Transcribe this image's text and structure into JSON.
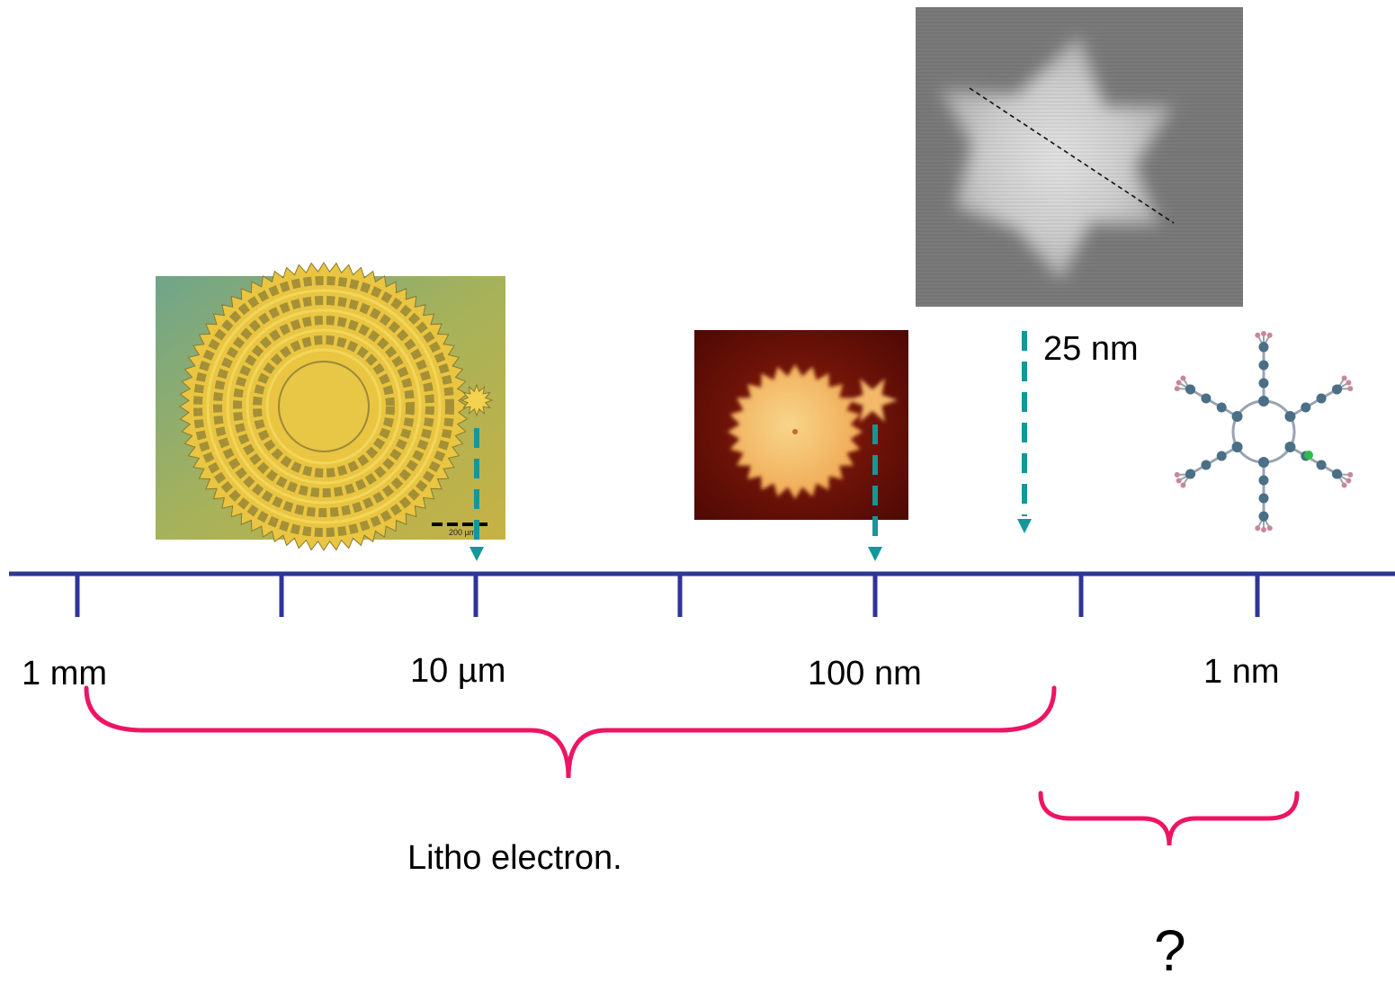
{
  "scale_labels": {
    "mm": "1 mm",
    "um": "10 µm",
    "nm100": "100 nm",
    "nm1": "1 nm"
  },
  "annotation_25nm": "25 nm",
  "range_label": "Litho electron.",
  "question_mark": "?",
  "colors": {
    "axis": "#2f3596",
    "arrow": "#13979a",
    "brace": "#ee1464"
  },
  "images": [
    {
      "name": "concentric-gear-micrograph-image"
    },
    {
      "name": "gear-afm-image"
    },
    {
      "name": "star-molecule-stm-image"
    },
    {
      "name": "molecule-ball-stick-model-image"
    }
  ],
  "scale_bar_label": "200 µm"
}
